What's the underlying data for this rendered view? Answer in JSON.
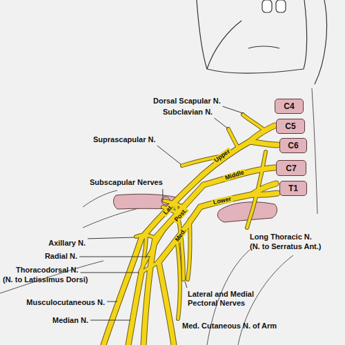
{
  "diagram": {
    "nodes": [
      {
        "text": [
          "C4"
        ]
      },
      {
        "text": [
          "C5"
        ]
      },
      {
        "text": [
          "C6"
        ]
      },
      {
        "text": [
          "C7"
        ]
      },
      {
        "text": [
          "T1"
        ]
      }
    ],
    "labels": [
      "Dorsal Scapular N.",
      "Subclavian N.",
      "Suprascapular N.",
      "Subscapular Nerves",
      "Axillary N.",
      "Radial N.",
      "Thoracodorsal N.",
      "(N. to Latissimus Dorsi)",
      "Musculocutaneous N.",
      "Median N.",
      "Long Thoracic N.",
      "(N. to Serratus Ant.)",
      "Lateral and Medial Pectoral Nerves",
      "Med. Cutaneous N. of Arm",
      "Upper",
      "Middle",
      "Lower",
      "Lat.",
      "Post.",
      "Med."
    ]
  }
}
